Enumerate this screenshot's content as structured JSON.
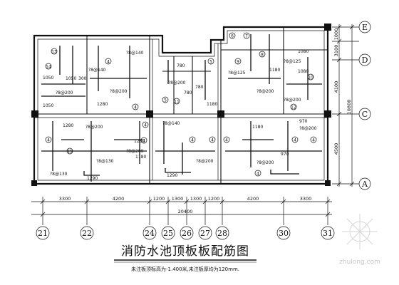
{
  "drawing": {
    "title": "消防水池顶板板配筋图",
    "note": "未注板顶标高为-1.400米,未注板厚均为120mm.",
    "watermark": "zhulong.com"
  },
  "axes_bottom": [
    "21",
    "22",
    "24",
    "25",
    "26",
    "27",
    "28",
    "30",
    "31"
  ],
  "axes_right": [
    "E",
    "D",
    "C",
    "A"
  ],
  "dims_bottom": [
    "3300",
    "4200",
    "1200",
    "1300",
    "1300",
    "1200",
    "4200",
    "3300"
  ],
  "dim_bottom_total": "20400",
  "dims_right": [
    "1000",
    "3100",
    "4100",
    "4500"
  ],
  "dim_right_total": "10800",
  "rebar": {
    "b1": "?8@140",
    "b2": "?8@140",
    "b3": "?8@200",
    "b4": "?8@200",
    "b5": "?8@125",
    "b6": "?8@125",
    "b7": "?8@200",
    "b8": "?8@200",
    "b9": "?8@200",
    "b10": "?8@200",
    "b11": "?8@200",
    "b12": "?8@140",
    "b13": "?8@130",
    "b14": "?8@200",
    "b15": "?8@200",
    "b16": "?8@130",
    "b17": "?8@200"
  },
  "rebar_lengths": {
    "l1": "1050",
    "l2": "1050",
    "l3": "300",
    "l4": "780",
    "l5": "780",
    "l6": "1180",
    "l7": "1080",
    "l8": "1080",
    "l9": "1280",
    "l10": "1280",
    "l11": "1180",
    "l12": "970",
    "l13": "1180",
    "l14": "1290",
    "l15": "1290",
    "l16": "1280",
    "l17": "1180",
    "l18": "1050",
    "l19": "780",
    "l20": "970"
  },
  "circle_marks": [
    "13",
    "14",
    "4",
    "4",
    "5",
    "5",
    "6",
    "7",
    "8",
    "9",
    "10",
    "11",
    "12",
    "15",
    "4",
    "4",
    "4",
    "4",
    "4",
    "4",
    "4",
    "4",
    "4"
  ]
}
